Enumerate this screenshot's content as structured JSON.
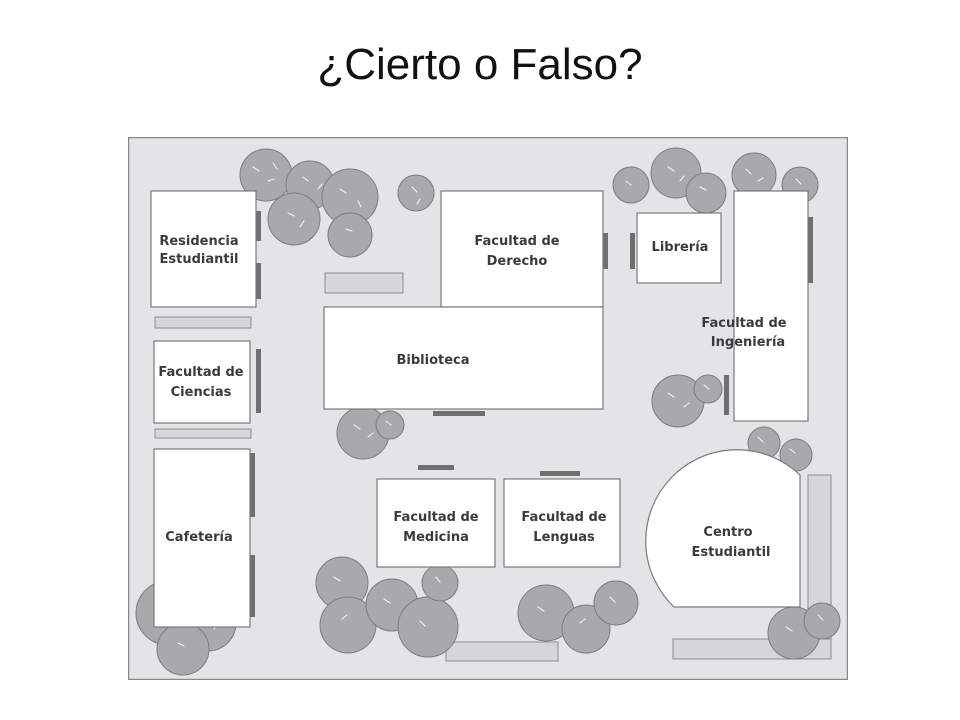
{
  "slide": {
    "title": "¿Cierto o Falso?"
  },
  "map": {
    "colors": {
      "ground": "#e4e4e8",
      "border": "#8a8a8a",
      "building": "#ffffff",
      "tree": "#a9a9ad",
      "door": "#6f6f6f"
    },
    "buildings": [
      {
        "id": "residencia",
        "lines": [
          "Residencia",
          "Estudiantil"
        ]
      },
      {
        "id": "derecho",
        "lines": [
          "Facultad de",
          "Derecho"
        ]
      },
      {
        "id": "libreria",
        "lines": [
          "Librería"
        ]
      },
      {
        "id": "ingenieria",
        "lines": [
          "Facultad de",
          "Ingeniería"
        ]
      },
      {
        "id": "biblioteca",
        "lines": [
          "Biblioteca"
        ]
      },
      {
        "id": "ciencias",
        "lines": [
          "Facultad de",
          "Ciencias"
        ]
      },
      {
        "id": "cafeteria",
        "lines": [
          "Cafetería"
        ]
      },
      {
        "id": "medicina",
        "lines": [
          "Facultad de",
          "Medicina"
        ]
      },
      {
        "id": "lenguas",
        "lines": [
          "Facultad de",
          "Lenguas"
        ]
      },
      {
        "id": "centro",
        "lines": [
          "Centro",
          "Estudiantil"
        ]
      }
    ]
  }
}
